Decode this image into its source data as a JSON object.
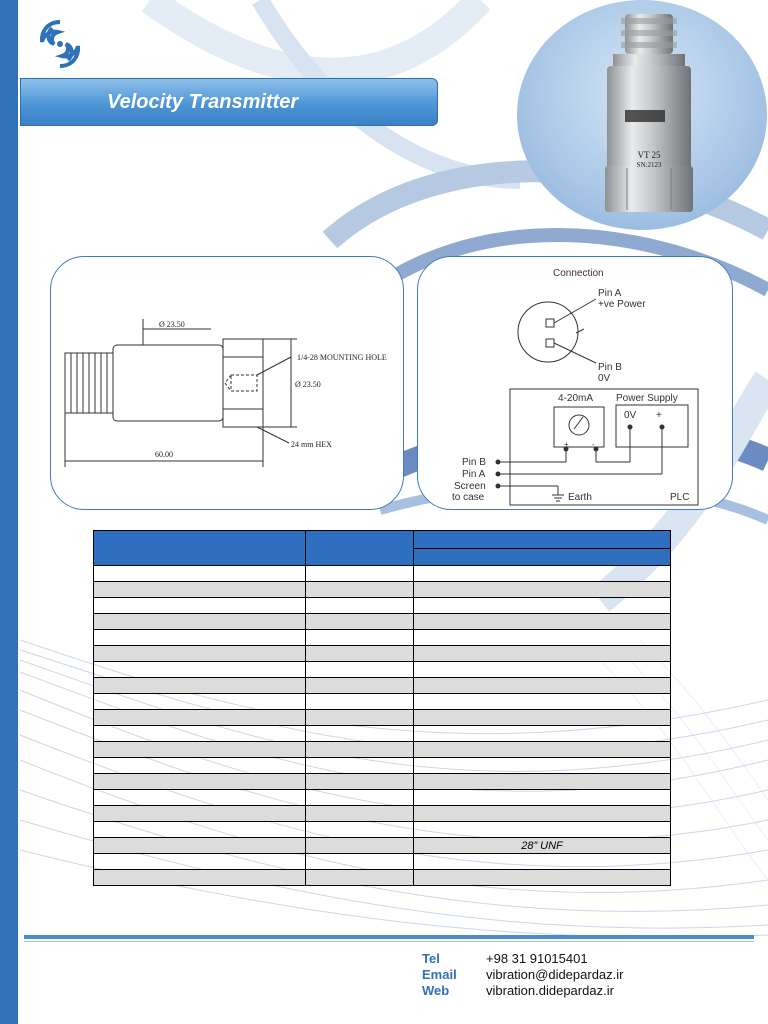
{
  "header": {
    "title": "Velocity Transmitter"
  },
  "product": {
    "model": "VT 25",
    "serial": "SN:2123"
  },
  "drawing": {
    "diameter_top": "Ø 23.50",
    "mounting_hole": "1/4-28 MOUNTING HOLE",
    "diameter_side": "Ø 23.50",
    "hex": "24 mm HEX",
    "length": "60.00"
  },
  "connection": {
    "title": "Connection",
    "pin_a": "Pin A",
    "pin_a_desc": "+ve Power",
    "pin_b": "Pin B",
    "pin_b_desc": "0V",
    "current_loop": "4-20mA",
    "power_supply": "Power Supply",
    "ps_minus": "0V",
    "ps_plus": "+",
    "meter_plus": "+",
    "meter_minus": "-",
    "left_pin_b": "Pin B",
    "left_pin_a": "Pin A",
    "screen_line1": "Screen",
    "screen_line2": "to case",
    "earth": "Earth",
    "plc": "PLC"
  },
  "table": {
    "thread_note": "28” UNF"
  },
  "contact": {
    "tel_label": "Tel",
    "tel": "+98 31 91015401",
    "email_label": "Email",
    "email": "vibration@didepardaz.ir",
    "web_label": "Web",
    "web": "vibration.didepardaz.ir"
  },
  "colors": {
    "brand_blue": "#2f73b6",
    "header_blue": "#2f6fbf",
    "panel_border": "#3f7cc2"
  }
}
